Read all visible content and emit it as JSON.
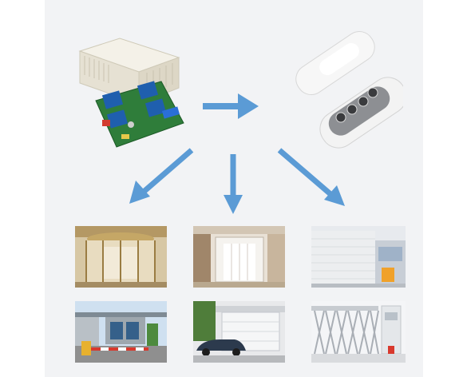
{
  "scene": {
    "description_items": [
      "relay-receiver-module",
      "wireless-remote-control",
      "application-revolving-door",
      "application-sliding-door",
      "application-roller-shutter",
      "application-parking-barrier",
      "application-garage-door",
      "application-retractable-gate"
    ]
  },
  "colors": {
    "panel_bg": "#f2f3f5",
    "arrow": "#5b9bd5",
    "relay_blue": "#1f5fae",
    "pcb_green": "#2f7d3a",
    "enclosure": "#ece8dc",
    "remote_white": "#f7f7f7",
    "remote_grey": "#8d8f93"
  }
}
